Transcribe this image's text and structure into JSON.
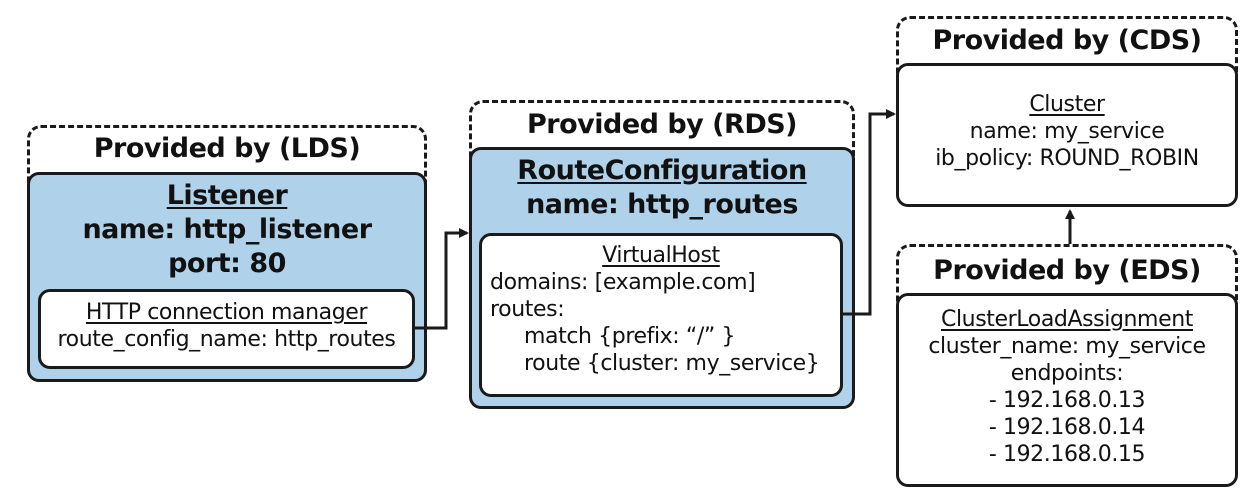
{
  "lds": {
    "header": "Provided by (LDS)",
    "title": "Listener",
    "name_line": "name: http_listener",
    "port_line": "port: 80",
    "inner_title": "HTTP connection manager",
    "inner_line": "route_config_name: http_routes"
  },
  "rds": {
    "header": "Provided by (RDS)",
    "title": "RouteConfiguration",
    "name_line": "name: http_routes",
    "inner_title": "VirtualHost",
    "lines": [
      "domains: [example.com]",
      "routes:"
    ],
    "indented_lines": [
      "match {prefix: “/” }",
      "route {cluster: my_service}"
    ]
  },
  "cds": {
    "header": "Provided by (CDS)",
    "title": "Cluster",
    "lines": [
      "name: my_service",
      "ib_policy: ROUND_ROBIN"
    ]
  },
  "eds": {
    "header": "Provided by (EDS)",
    "title": "ClusterLoadAssignment",
    "lines": [
      "cluster_name: my_service",
      "endpoints:"
    ],
    "endpoints": [
      "- 192.168.0.13",
      "- 192.168.0.14",
      "- 192.168.0.15"
    ]
  }
}
